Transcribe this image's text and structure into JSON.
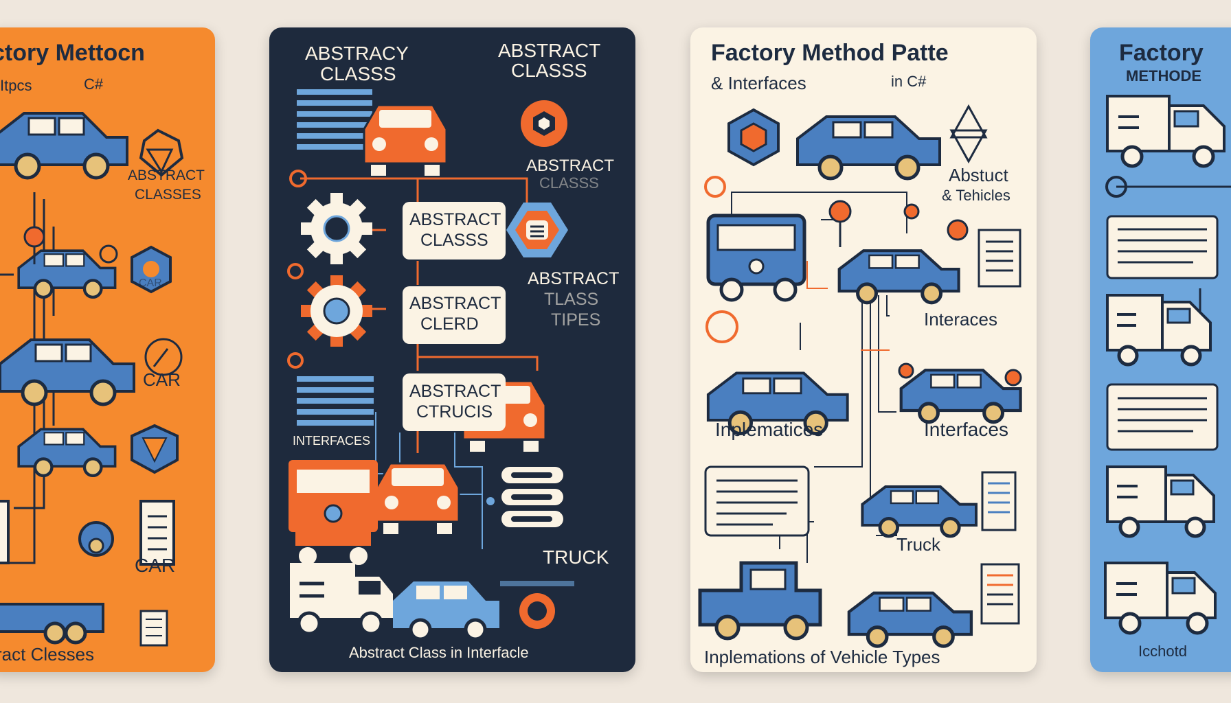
{
  "colors": {
    "background": "#efe7dd",
    "orange": "#f58a2e",
    "navy": "#1e2a3d",
    "cream": "#fbf3e4",
    "lightblue": "#6ea6dc",
    "car_blue": "#4a7fc0",
    "car_orange": "#f06a2e",
    "outline": "#1d2b40",
    "wheel_tan": "#e7c27a"
  },
  "panel1": {
    "title": "ctory Mettocn",
    "sub_left": "Itpcs",
    "sub_right": "C#",
    "label_abstract_1": "ABSTRACT",
    "label_abstract_2": "CLASSES",
    "label_car_faded": "CAR",
    "label_car_1": "CAR",
    "label_car_2": "CAR",
    "footer": "ract Clesses"
  },
  "panel2": {
    "header_left_1": "ABSTRACY",
    "header_left_2": "CLASSS",
    "header_right_1": "ABSTRACT",
    "header_right_2": "CLASSS",
    "side_abstract_1": "ABSTRACT",
    "side_abstract_2": "CLASSS",
    "box1_line1": "ABSTRACT",
    "box1_line2": "CLASSS",
    "box2_line1": "ABSTRACT",
    "box2_line2": "CLERD",
    "box3_line1": "ABSTRACT",
    "box3_line2": "CTRUCIS",
    "side_types_1": "ABSTRACT",
    "side_types_2": "TLASS",
    "side_types_3": "TIPES",
    "interfaces": "INTERFACES",
    "truck": "TRUCK",
    "footer": "Abstract Class in Interfacle"
  },
  "panel3": {
    "title": "Factory Method Patte",
    "subtitle_left": "& Interfaces",
    "subtitle_right": "in C#",
    "abstuct_1": "Abstuct",
    "abstuct_2": "& Tehicles",
    "interaces": "Interaces",
    "inplematices": "Inplematices",
    "interfaces": "Interfaces",
    "truck": "Truck",
    "footer": "Inplemations of Vehicle Types"
  },
  "panel4": {
    "title_1": "Factory",
    "title_2": "METHODE",
    "footer": "Icchotd"
  }
}
